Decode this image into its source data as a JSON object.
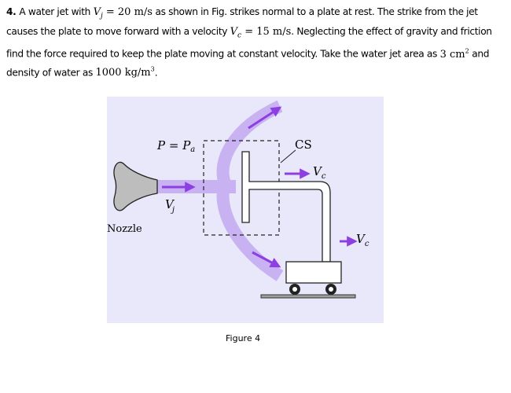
{
  "problem": {
    "number": "4.",
    "seg1": "A water jet with ",
    "vj_symbol": "V",
    "vj_sub": "j",
    "vj_value": " = 20 m/s",
    "seg2": " as shown in Fig. strikes normal to a plate at rest. The strike from the jet causes the plate to move forward with a velocity ",
    "vc_symbol": "V",
    "vc_sub": "c",
    "vc_value": " = 15 m/s",
    "seg3": ". Neglecting the effect of gravity and friction find the force required to keep the plate moving at constant velocity. Take the water jet area as ",
    "area_value": "3 cm",
    "area_exp": "2",
    "seg4": " and density of water as ",
    "density_value": "1000 kg/m",
    "density_exp": "3",
    "seg5": "."
  },
  "figure": {
    "labels": {
      "pressure": "P = P",
      "pressure_sub": "a",
      "cs": "CS",
      "vc_top": "V",
      "vc_top_sub": "c",
      "vj": "V",
      "vj_sub": "j",
      "nozzle": "Nozzle",
      "vc_right": "V",
      "vc_right_sub": "c"
    },
    "colors": {
      "background": "#e8e8fa",
      "jet": "#c8b2f2",
      "arrow": "#8d3fe2",
      "cart_fill": "#ffffff",
      "line": "#222222",
      "ground": "#9e9e9e"
    },
    "caption": "Figure 4"
  }
}
